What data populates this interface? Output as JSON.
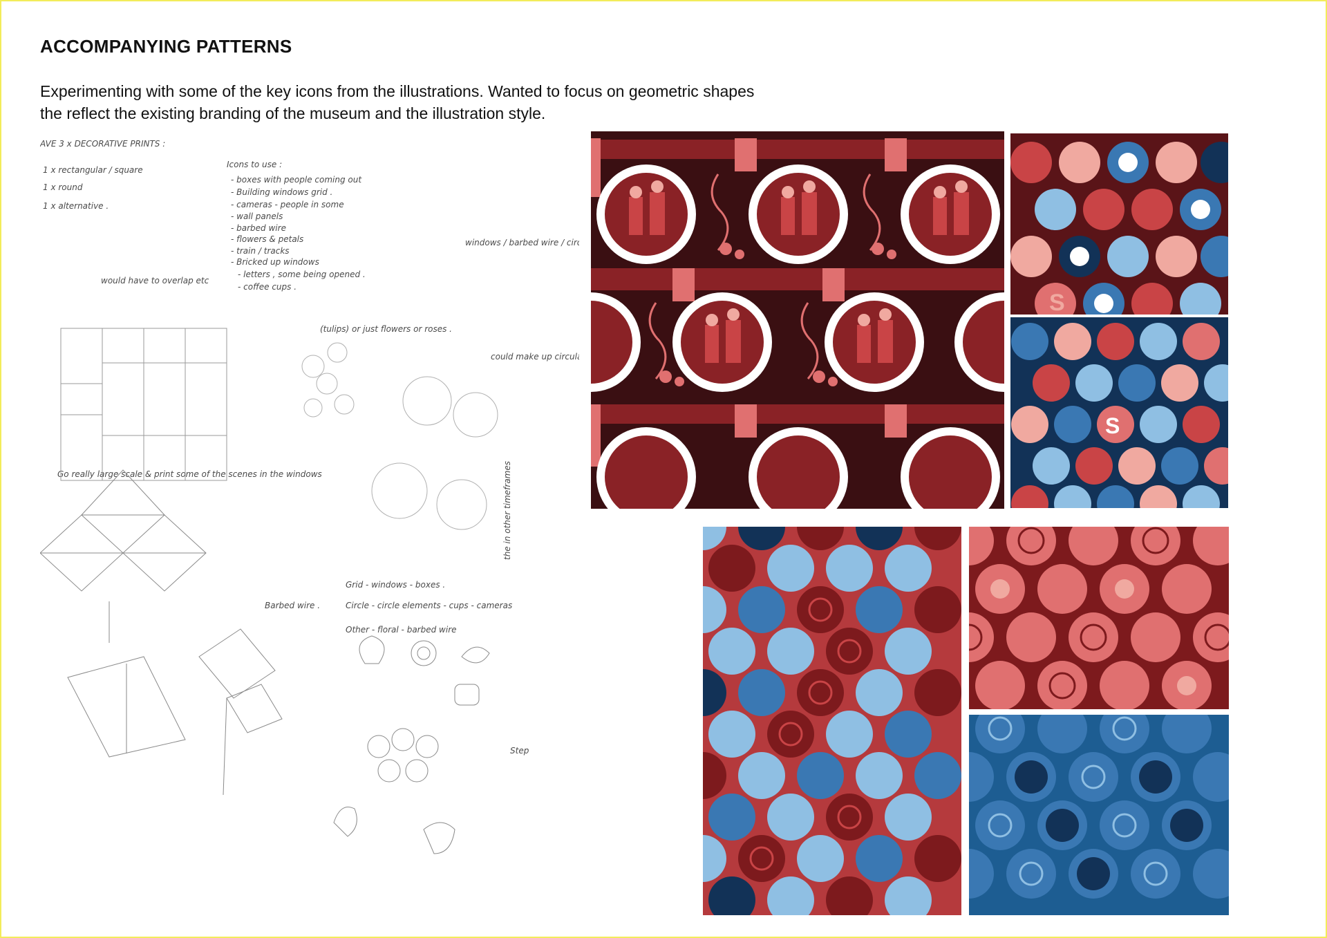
{
  "page": {
    "title": "ACCOMPANYING PATTERNS",
    "description": "Experimenting with some of the key icons from the illustrations. Wanted to focus on geometric shapes the reflect the existing branding of the museum and the illustration style."
  },
  "sketch_notes": {
    "heading": "AVE 3 x DECORATIVE PRINTS :",
    "prints": [
      "1 x rectangular / square",
      "1 x round",
      "1 x alternative ."
    ],
    "icons_heading": "Icons to use :",
    "icons": [
      "- boxes with people coming out",
      "- Building windows grid .",
      "- cameras - people in some",
      "- wall panels",
      "- barbed wire",
      "- flowers & petals",
      "- train / tracks",
      "- Bricked up windows",
      "- letters , some being opened .",
      "- coffee cups ."
    ],
    "windows_note": "windows / barbed wire / circular",
    "overlap_note": "would have to overlap etc",
    "tulips_note": "(tulips) or just flowers or roses .",
    "circular_note": "could make up circular print from circles in the illustrations",
    "scale_note": "Go really large scale & print some of the scenes in the windows",
    "barbed_note": "Barbed wire .",
    "grid_list": [
      "Grid - windows - boxes .",
      "Circle - circle elements - cups - cameras",
      "Other - floral - barbed wire"
    ],
    "vertical_note": "the in other timeframes",
    "step_note": "Step"
  },
  "palette": {
    "maroon": "#3a0f12",
    "brick": "#8a2226",
    "red": "#c94446",
    "salmon": "#e07070",
    "pink": "#f0a9a0",
    "navy": "#123257",
    "blue": "#3a78b3",
    "sky": "#8fbfe3",
    "white": "#ffffff"
  },
  "icons": {
    "trabant_pattern": "window-family-pattern",
    "icon_pattern": "coffee-cup-coin-pattern",
    "rose_pattern": "rose-flower-pattern"
  }
}
